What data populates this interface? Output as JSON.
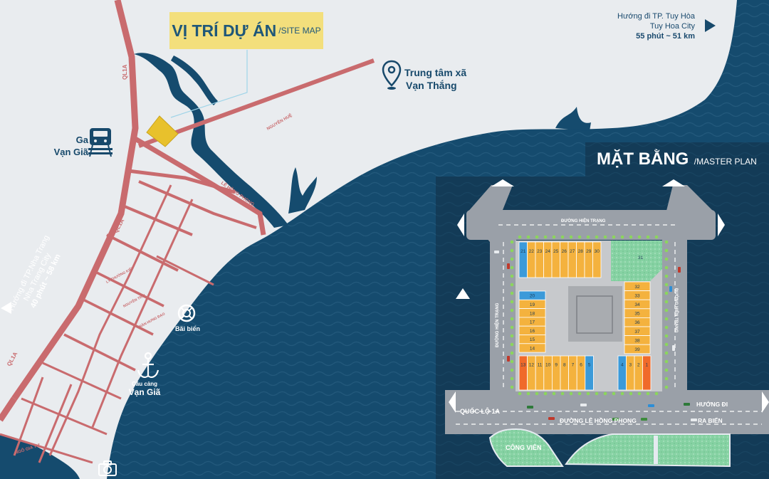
{
  "site_map": {
    "title": "VỊ TRÍ DỰ ÁN",
    "subtitle": "/SITE MAP"
  },
  "master_plan": {
    "title": "MẶT BẰNG",
    "subtitle": "/MASTER PLAN",
    "roads": {
      "top": "ĐƯỜNG HIỆN TRẠNG",
      "left": "ĐƯỜNG HIỆN TRẠNG",
      "right": "ĐƯỜNG HIỆN TRẠNG",
      "bottom": "ĐƯỜNG LÊ HỒNG PHONG",
      "highway": "QUỐC LỘ 1A"
    },
    "exit_labels": [
      "HƯỚNG ĐI",
      "RA BIỂN"
    ],
    "park": "CÔNG VIÊN",
    "lots_top": [
      "21",
      "22",
      "23",
      "24",
      "25",
      "26",
      "27",
      "28",
      "29",
      "30"
    ],
    "lot_corner": "31",
    "lots_right": [
      "32",
      "33",
      "34",
      "35",
      "36",
      "37",
      "38",
      "39"
    ],
    "lots_left": [
      "20",
      "19",
      "18",
      "17",
      "16",
      "15",
      "14"
    ],
    "lots_bottom_left": [
      "13",
      "12",
      "11",
      "10",
      "9",
      "8",
      "7",
      "6",
      "5"
    ],
    "lots_bottom_right": [
      "4",
      "3",
      "2",
      "1"
    ]
  },
  "destinations": {
    "tuy_hoa": {
      "line1": "Hướng đi TP. Tuy Hòa",
      "line2": "Tuy Hoa City",
      "line3": "55 phút ~ 51 km"
    },
    "nha_trang": {
      "line1": "Hướng đi TP.Nha Trang",
      "line2": "Nha Trang City",
      "line3": "40 phút ~ 58 km"
    }
  },
  "places": {
    "station_line1": "Ga",
    "station_line2": "Vạn Giã",
    "commune_line1": "Trung tâm xã",
    "commune_line2": "Vạn Thắng",
    "beach": "Bãi biển",
    "port_line1": "Cầu cảng",
    "port_line2": "Vạn Giã"
  },
  "streets": {
    "ql1a_top": "QL1A",
    "ql1a_mid": "QL1A",
    "ql1a_bottom": "QL1A",
    "nguyen_hue": "NGUYỄN HUỆ",
    "le_hong_phong": "LÊ HỒNG PHONG",
    "ly_thuong_kiet": "LÝ THƯỜNG KIỆT",
    "nguyen_trai": "NGUYỄN TRÃI",
    "tran_hung_dao": "TRẦN HƯNG ĐẠO",
    "ngo_gia_tu": "NGÔ GIA TỰ"
  },
  "colors": {
    "sea": "#154b6e",
    "land": "#e9ecef",
    "road": "#c96b6e",
    "title_bg": "#f3df7c",
    "lot_orange": "#f4b23e",
    "lot_blue": "#3b9ad9",
    "lot_red": "#f06a2a",
    "plan_bg": "#133b57",
    "plan_road": "#9aa0a8",
    "park_green": "#7ccf9a"
  }
}
